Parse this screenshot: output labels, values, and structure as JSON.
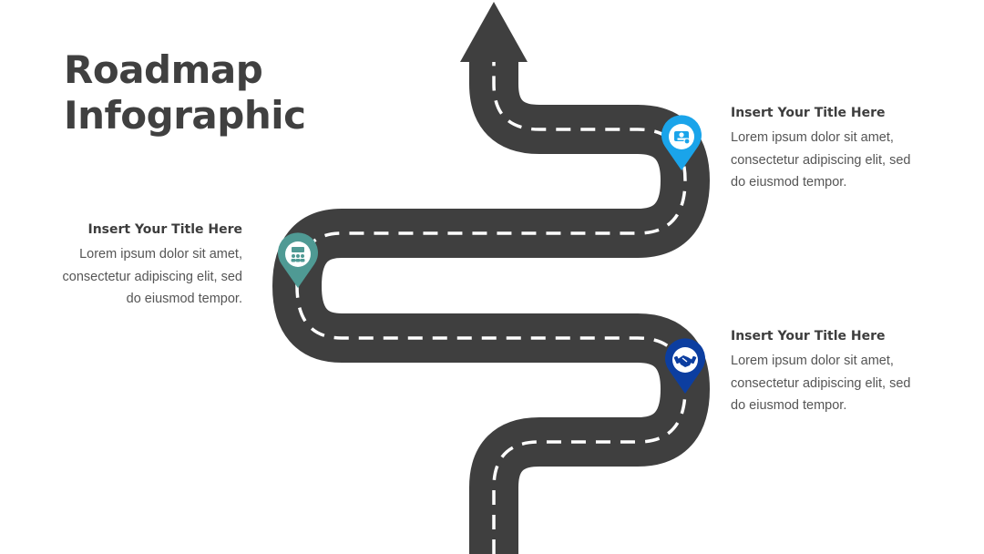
{
  "title": {
    "line1": "Roadmap",
    "line2": "Infographic"
  },
  "milestones": [
    {
      "title": "Insert Your Title Here",
      "line1": "Lorem ipsum dolor sit amet,",
      "line2": "consectetur adipiscing elit, sed",
      "line3": "do eiusmod tempor.",
      "pin_color": "#1aa4ea",
      "icon": "user-card-icon"
    },
    {
      "title": "Insert Your Title Here",
      "line1": "Lorem ipsum dolor sit amet,",
      "line2": "consectetur adipiscing elit, sed",
      "line3": "do eiusmod tempor.",
      "pin_color": "#4f9a94",
      "icon": "team-presentation-icon"
    },
    {
      "title": "Insert Your Title Here",
      "line1": "Lorem ipsum dolor sit amet,",
      "line2": "consectetur adipiscing elit, sed",
      "line3": "do eiusmod tempor.",
      "pin_color": "#0c3ea0",
      "icon": "handshake-icon"
    }
  ],
  "colors": {
    "road": "#3f3f3f",
    "lane_marking": "#ffffff",
    "title_text": "#404040"
  }
}
